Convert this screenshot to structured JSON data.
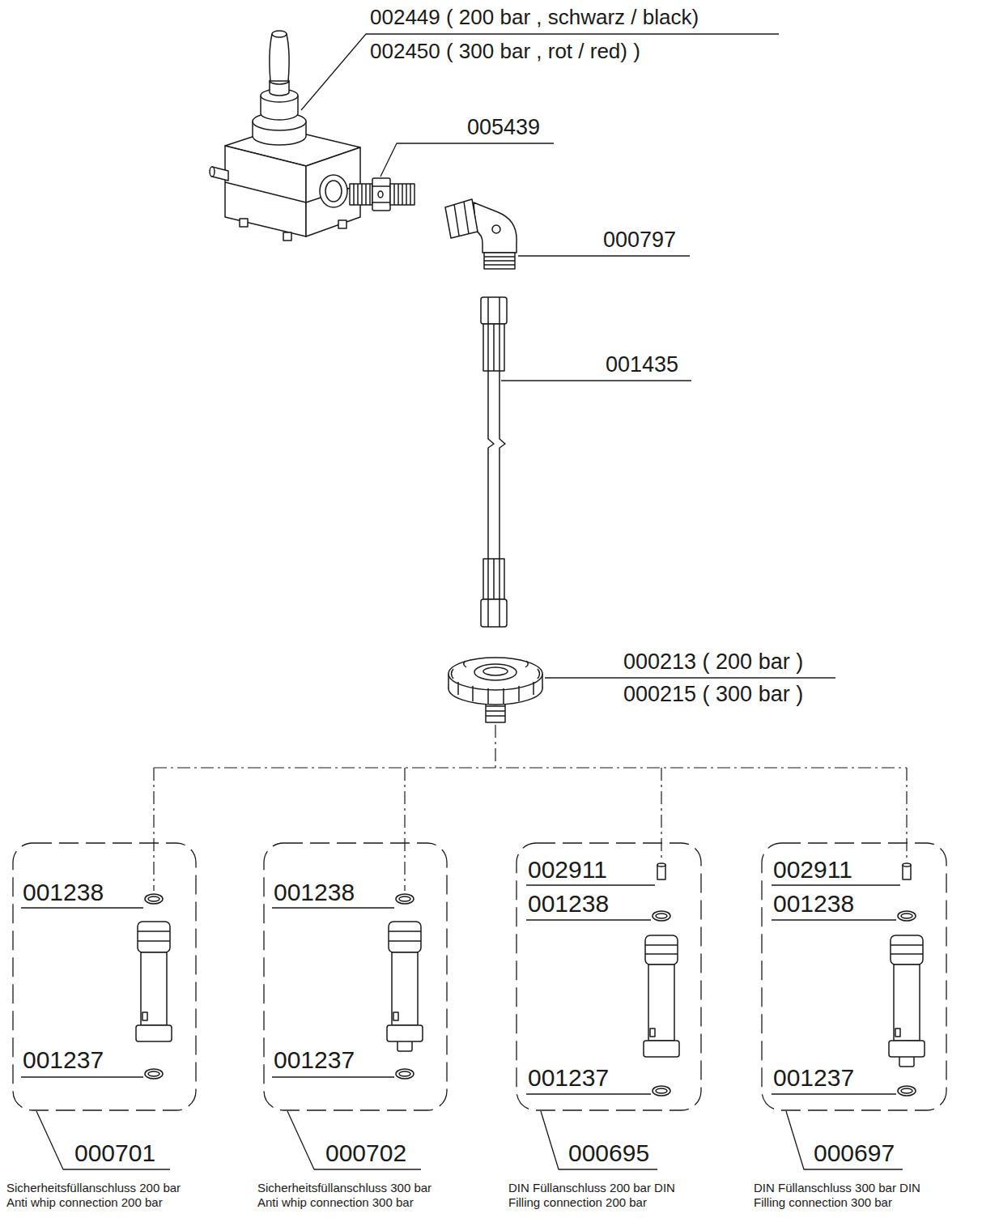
{
  "diagram": {
    "nodes": [
      {
        "text": [
          "001238",
          "001237",
          "000701",
          "Sicherheitsfüllanschluss 200 bar Anti whip connection 200 bar"
        ]
      },
      {
        "text": [
          "001238",
          "001237",
          "000702",
          "Sicherheitsfüllanschluss 300 bar Anti whip connection 300 bar"
        ]
      },
      {
        "text": [
          "002911",
          "001238",
          "001237",
          "000695",
          "DIN Füllanschluss 200 bar DIN Filling connection 200 bar"
        ]
      },
      {
        "text": [
          "002911",
          "001238",
          "001237",
          "000697",
          "DIN Füllanschluss 300 bar DIN Filling connection 300 bar"
        ]
      }
    ],
    "labels": [
      "002449 ( 200 bar , schwarz / black)",
      "002450 ( 300 bar , rot / red) )",
      "005439",
      "000797",
      "001435",
      "000213 ( 200 bar )",
      "000215 ( 300 bar )"
    ]
  }
}
